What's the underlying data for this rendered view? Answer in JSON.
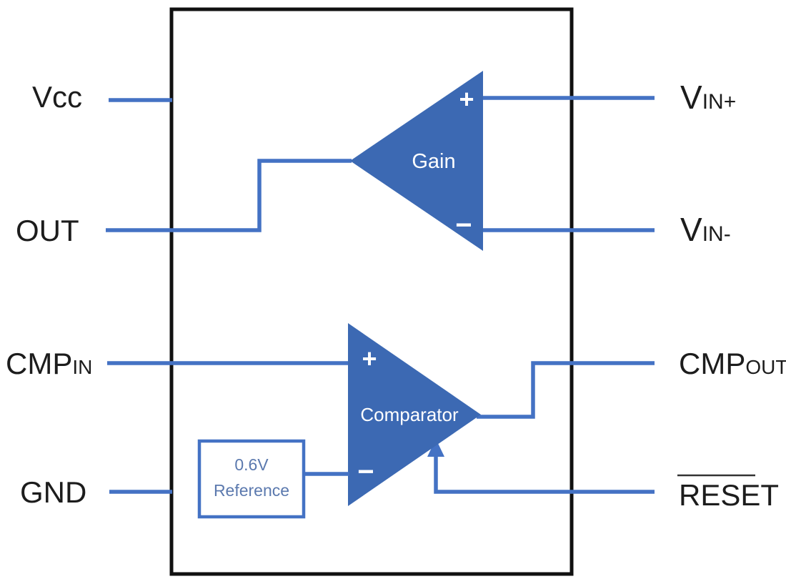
{
  "colors": {
    "background": "#FFFFFF",
    "wire_blue": "#4472C4",
    "shape_blue": "#3C69B3",
    "outline_black": "#111111",
    "label_black": "#1C1C1C",
    "reference_text_blue": "#5B79AE"
  },
  "pins": {
    "left": [
      {
        "name": "Vcc",
        "label": "Vcc"
      },
      {
        "name": "OUT",
        "label": "OUT"
      },
      {
        "name": "CMP_IN",
        "label_main": "CMP",
        "label_sub": "IN"
      },
      {
        "name": "GND",
        "label": "GND"
      }
    ],
    "right": [
      {
        "name": "VIN+",
        "label_main": "V",
        "label_sub": "IN+"
      },
      {
        "name": "VIN-",
        "label_main": "V",
        "label_sub": "IN-"
      },
      {
        "name": "CMP_OUT",
        "label_main": "CMP",
        "label_sub": "OUT"
      },
      {
        "name": "RESET",
        "label": "RESET",
        "active_low": true
      }
    ]
  },
  "blocks": {
    "gain": {
      "label": "Gain",
      "plus_sign": "+",
      "minus_sign": "−"
    },
    "comparator": {
      "label": "Comparator",
      "plus_sign": "+",
      "minus_sign": "−"
    },
    "reference": {
      "line1": "0.6V",
      "line2": "Reference"
    }
  }
}
